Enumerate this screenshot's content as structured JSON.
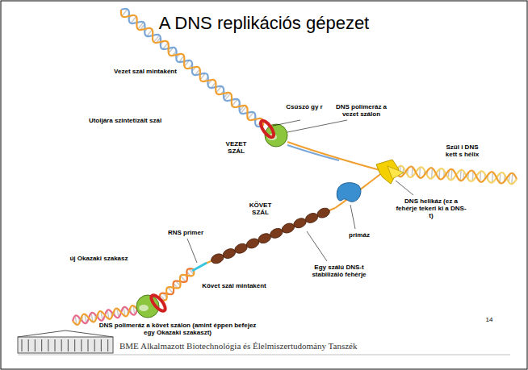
{
  "diagram": {
    "title": "A DNS replikációs gépezet",
    "labels": [
      "Vezet szál mintaként",
      "Csúszó gy r",
      "DNS polimeráz a vezet szálon",
      "Utoljára szintetizált szál",
      "VEZET SZÁL",
      "Szül i DNS kett s hélix",
      "KÖVET SZÁL",
      "DNS helikáz (ez a fehérje tekeri ki a DNS-t)",
      "RNS primer",
      "primáz",
      "új Okazaki szakasz",
      "Egy szálú DNS-t stabilizáló fehérje",
      "Követ szál mintaként",
      "DNS polimeráz a követ szálon (amint éppen befejez egy Okazaki szakaszt)",
      "14",
      "BME Alkalmazott Biotechnológia és Élelmiszertudomány Tanszék"
    ]
  }
}
